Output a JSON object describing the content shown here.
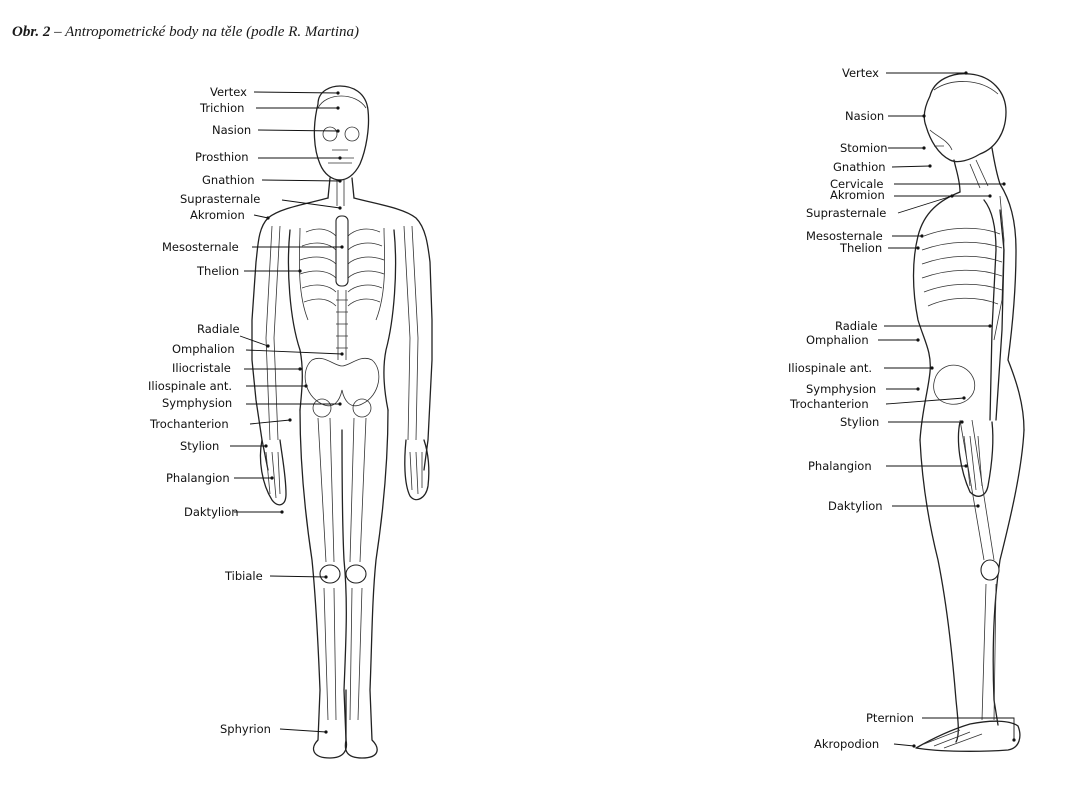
{
  "caption": {
    "figure_number": "Obr. 2",
    "text": "– Antropometrické body na těle (podle R. Martina)"
  },
  "front_view": {
    "labels": [
      "Vertex",
      "Trichion",
      "Nasion",
      "Prosthion",
      "Gnathion",
      "Suprasternale",
      "Akromion",
      "Mesosternale",
      "Thelion",
      "Radiale",
      "Omphalion",
      "Iliocristale",
      "Iliospinale ant.",
      "Symphysion",
      "Trochanterion",
      "Stylion",
      "Phalangion",
      "Daktylion",
      "Tibiale",
      "Sphyrion"
    ]
  },
  "side_view": {
    "labels": [
      "Vertex",
      "Nasion",
      "Stomion",
      "Gnathion",
      "Cervicale",
      "Akromion",
      "Suprasternale",
      "Mesosternale",
      "Thelion",
      "Radiale",
      "Omphalion",
      "Iliospinale ant.",
      "Symphysion",
      "Trochanterion",
      "Stylion",
      "Phalangion",
      "Daktylion",
      "Pternion",
      "Akropodion"
    ]
  }
}
